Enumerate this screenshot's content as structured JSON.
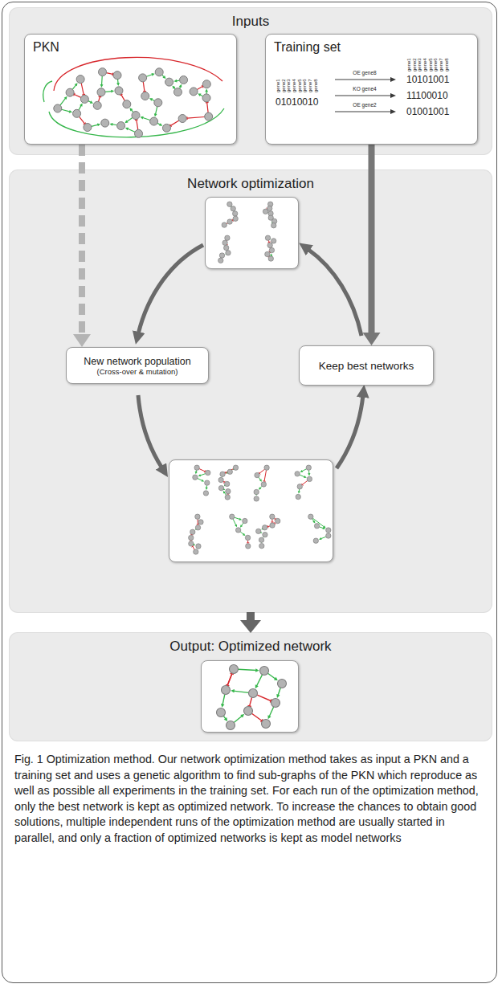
{
  "diagram": {
    "caption": "Fig. 1 Optimization method. Our network optimization method takes as input a PKN and a training set and uses a genetic algorithm to find sub-graphs of the PKN which reproduce as well as possible all experiments in the training set. For each run of the optimization method, only the best network is kept as optimized network. To increase the chances to obtain good solutions, multiple independent runs of the optimization method are usually started in parallel, and only a fraction of optimized networks is kept as model networks",
    "nodes": [
      {
        "text": [
          "Inputs"
        ]
      },
      {
        "text": [
          "PKN"
        ],
        "in": 0
      },
      {
        "text": [
          "Training set"
        ],
        "in": 0
      },
      {
        "text": [
          "Network optimization"
        ]
      },
      {
        "text": [
          "New network population",
          "(Cross-over & mutation)"
        ],
        "in": 3
      },
      {
        "text": [
          "Keep best networks"
        ],
        "in": 3
      },
      {
        "text": [
          "Output: Optimized network"
        ]
      }
    ],
    "edges": [
      {
        "from": 1,
        "to": 4,
        "arrow": "to"
      },
      {
        "from": 2,
        "to": 5,
        "arrow": "to"
      },
      {
        "from": 3,
        "to": 6,
        "arrow": "to"
      }
    ],
    "labels": [
      "gene1",
      "gene2",
      "gene3",
      "gene4",
      "gene5",
      "gene6",
      "gene7",
      "gene8",
      "gene1",
      "gene2",
      "gene3",
      "gene4",
      "gene5",
      "gene6",
      "gene7",
      "gene8",
      "01010010",
      "OE gene8",
      "KO gene4",
      "OE gene2",
      "10101001",
      "11100010",
      "01001001"
    ]
  }
}
